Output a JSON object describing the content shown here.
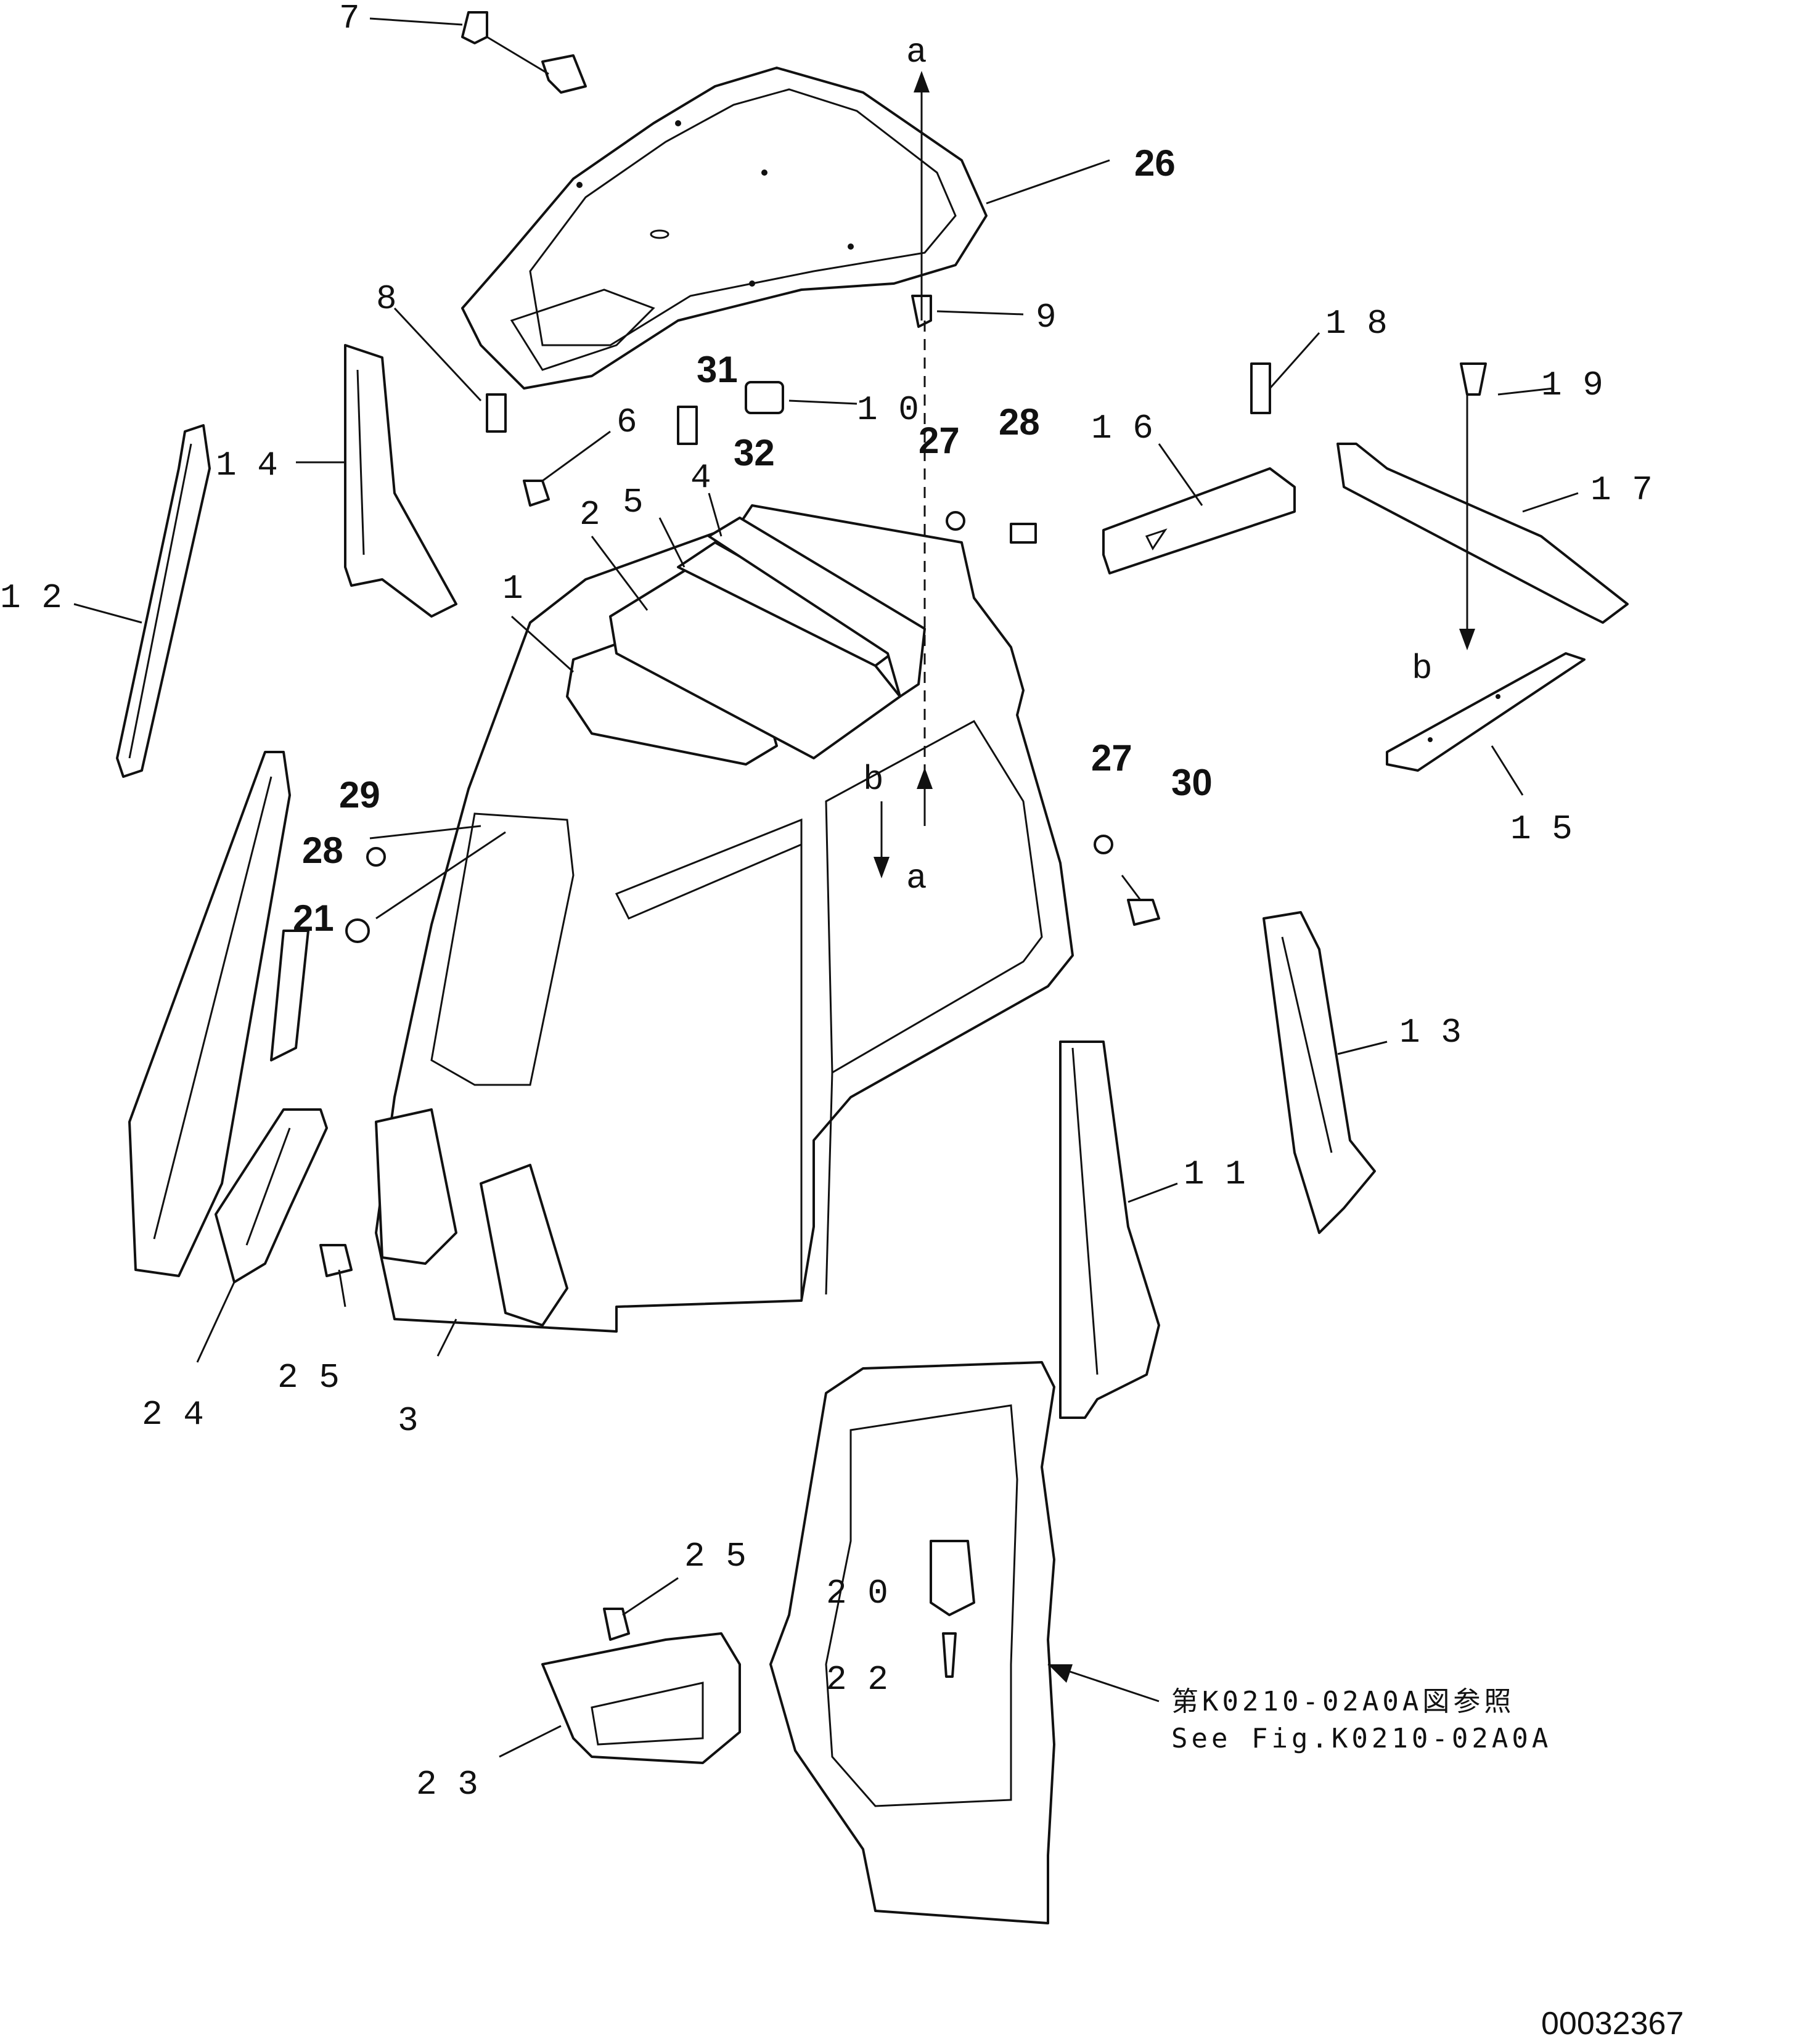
{
  "diagram": {
    "document_number": "00032367",
    "reference_ja": "第K0210-02A0A図参照",
    "reference_en": "See Fig.K0210-02A0A",
    "arrow_labels": {
      "a_top": "a",
      "a_mid": "a",
      "b_mid": "b",
      "b_right": "b"
    },
    "callouts": {
      "p1": "1",
      "p2": "2",
      "p3": "3",
      "p4": "4",
      "p5": "5",
      "p6": "6",
      "p7": "7",
      "p8": "8",
      "p9": "9",
      "p10": "1 0",
      "p11": "1 1",
      "p12": "1 2",
      "p13": "1 3",
      "p14": "1 4",
      "p15": "1 5",
      "p16": "1 6",
      "p17": "1 7",
      "p18": "1 8",
      "p19": "1 9",
      "p20": "2 0",
      "p21": "21",
      "p22": "2 2",
      "p23": "2 3",
      "p24": "2 4",
      "p25a": "2 5",
      "p25b": "2 5",
      "p26": "26",
      "p27a": "27",
      "p27b": "27",
      "p28a": "28",
      "p28b": "28",
      "p29": "29",
      "p30": "30",
      "p31": "31",
      "p32": "32"
    }
  }
}
